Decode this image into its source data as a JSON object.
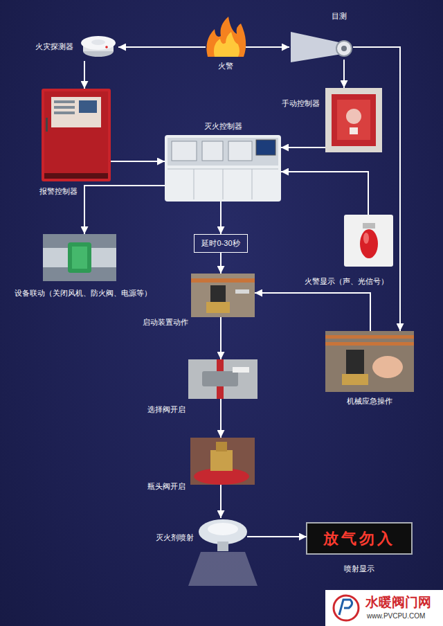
{
  "diagram": {
    "nodes": [
      {
        "text": [
          "火灾探测器"
        ]
      },
      {
        "text": [
          "火警"
        ]
      },
      {
        "text": [
          "目测"
        ]
      },
      {
        "text": [
          "报警控制器"
        ]
      },
      {
        "text": [
          "手动控制器"
        ]
      },
      {
        "text": [
          "灭火控制器"
        ]
      },
      {
        "text": [
          "延时0-30秒"
        ]
      },
      {
        "text": [
          "设备联动（关闭风机、防火阀、电源等）"
        ]
      },
      {
        "text": [
          "火警显示（声、光信号）"
        ]
      },
      {
        "text": [
          "启动装置动作"
        ]
      },
      {
        "text": [
          "机械应急操作"
        ]
      },
      {
        "text": [
          "选择阀开启"
        ]
      },
      {
        "text": [
          "瓶头阀开启"
        ]
      },
      {
        "text": [
          "灭火剂喷射"
        ]
      },
      {
        "text": [
          "放气勿入",
          "喷射显示"
        ]
      }
    ],
    "edges": [
      {
        "from": 1,
        "to": 0,
        "arrow": "to"
      },
      {
        "from": 1,
        "to": 2,
        "arrow": "to"
      },
      {
        "from": 0,
        "to": 3,
        "arrow": "to"
      },
      {
        "from": 2,
        "to": 4,
        "arrow": "to"
      },
      {
        "from": 2,
        "to": 10,
        "arrow": "to"
      },
      {
        "from": 3,
        "to": 5,
        "arrow": "to"
      },
      {
        "from": 4,
        "to": 5,
        "arrow": "to"
      },
      {
        "from": 5,
        "to": 7,
        "arrow": "to"
      },
      {
        "from": 8,
        "to": 5,
        "arrow": "to"
      },
      {
        "from": 5,
        "to": 6,
        "arrow": "to"
      },
      {
        "from": 6,
        "to": 9,
        "arrow": "to"
      },
      {
        "from": 10,
        "to": 9,
        "arrow": "to"
      },
      {
        "from": 9,
        "to": 11,
        "arrow": "to"
      },
      {
        "from": 11,
        "to": 12,
        "arrow": "to"
      },
      {
        "from": 12,
        "to": 13,
        "arrow": "to"
      },
      {
        "from": 13,
        "to": 14,
        "arrow": "to"
      }
    ],
    "labels": [
      "水暖阀门网",
      "www.PVCPU.COM"
    ]
  }
}
